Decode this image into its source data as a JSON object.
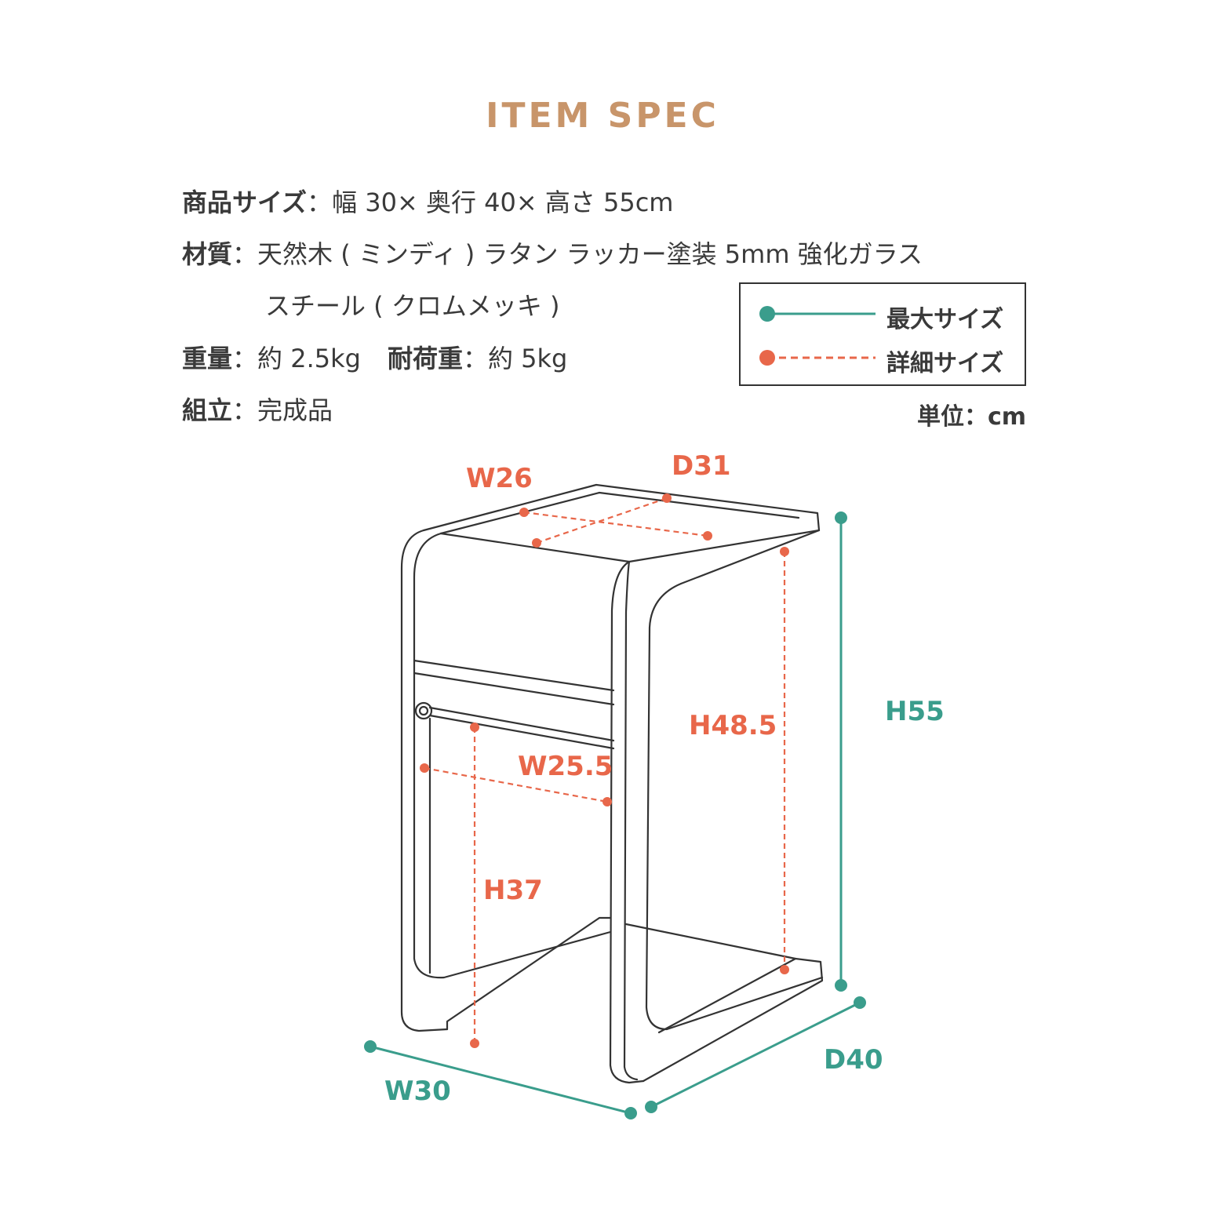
{
  "title": "ITEM SPEC",
  "colors": {
    "title": "#c8956a",
    "max_size": "#3a9d8c",
    "detail_size": "#e8674a",
    "text": "#3a3a3a",
    "outline": "#333333"
  },
  "spec": {
    "size": {
      "label": "商品サイズ",
      "sep": "：",
      "value": "幅 30× 奥行 40× 高さ 55cm"
    },
    "material": {
      "label": "材質",
      "sep": "：",
      "value": "天然木 ( ミンディ ) ラタン ラッカー塗装 5mm 強化ガラス",
      "value2": "スチール ( クロムメッキ )"
    },
    "weight": {
      "label": "重量",
      "sep": "：",
      "value": "約 2.5kg"
    },
    "load": {
      "label": "耐荷重",
      "sep": "：",
      "value": "約 5kg"
    },
    "assembly": {
      "label": "組立",
      "sep": "：",
      "value": "完成品"
    }
  },
  "legend": {
    "max": "最大サイズ",
    "detail": "詳細サイズ"
  },
  "unit": "単位：cm",
  "dimensions": {
    "w26": "W26",
    "d31": "D31",
    "h48_5": "H48.5",
    "w25_5": "W25.5",
    "h37": "H37",
    "h55": "H55",
    "d40": "D40",
    "w30": "W30"
  }
}
